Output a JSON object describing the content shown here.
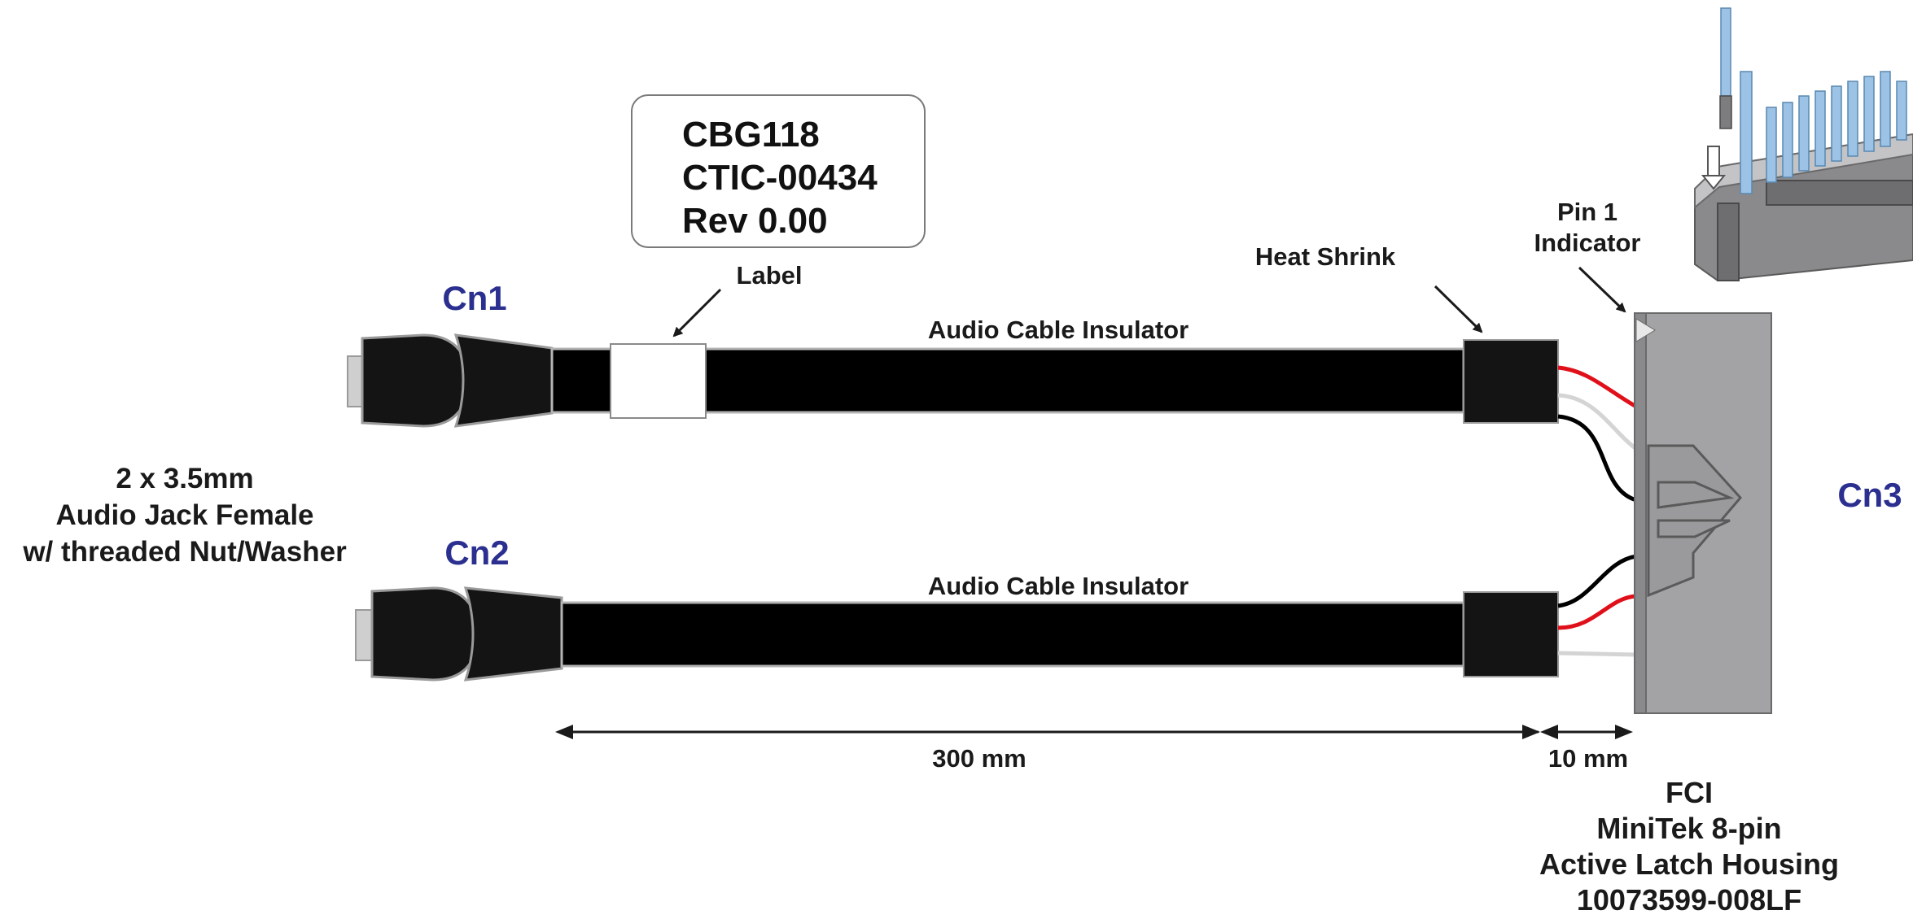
{
  "label_box": {
    "line1": "CBG118",
    "line2": "CTIC-00434",
    "line3": "Rev 0.00"
  },
  "callouts": {
    "label": "Label",
    "heat_shrink": "Heat Shrink",
    "pin1_line1": "Pin 1",
    "pin1_line2": "Indicator"
  },
  "connectors": {
    "cn1": "Cn1",
    "cn2": "Cn2",
    "cn3": "Cn3"
  },
  "cables": {
    "top_insulator": "Audio Cable Insulator",
    "bottom_insulator": "Audio Cable Insulator"
  },
  "jack_description": {
    "line1": "2 x 3.5mm",
    "line2": "Audio Jack Female",
    "line3": "w/ threaded Nut/Washer"
  },
  "dimensions": {
    "cable_length": "300 mm",
    "lead_length": "10 mm"
  },
  "housing_description": {
    "line1": "FCI",
    "line2": "MiniTek 8-pin",
    "line3": "Active Latch Housing",
    "line4": "10073599-008LF"
  },
  "colors": {
    "cable": "#000000",
    "outline": "#b4b4b4",
    "housing": "#a3a3a5",
    "connector_label": "#2b2f8f",
    "wire_red": "#e0101a",
    "wire_white": "#d4d4d4",
    "wire_black": "#000000",
    "pin_blue": "#9cc3e5"
  }
}
